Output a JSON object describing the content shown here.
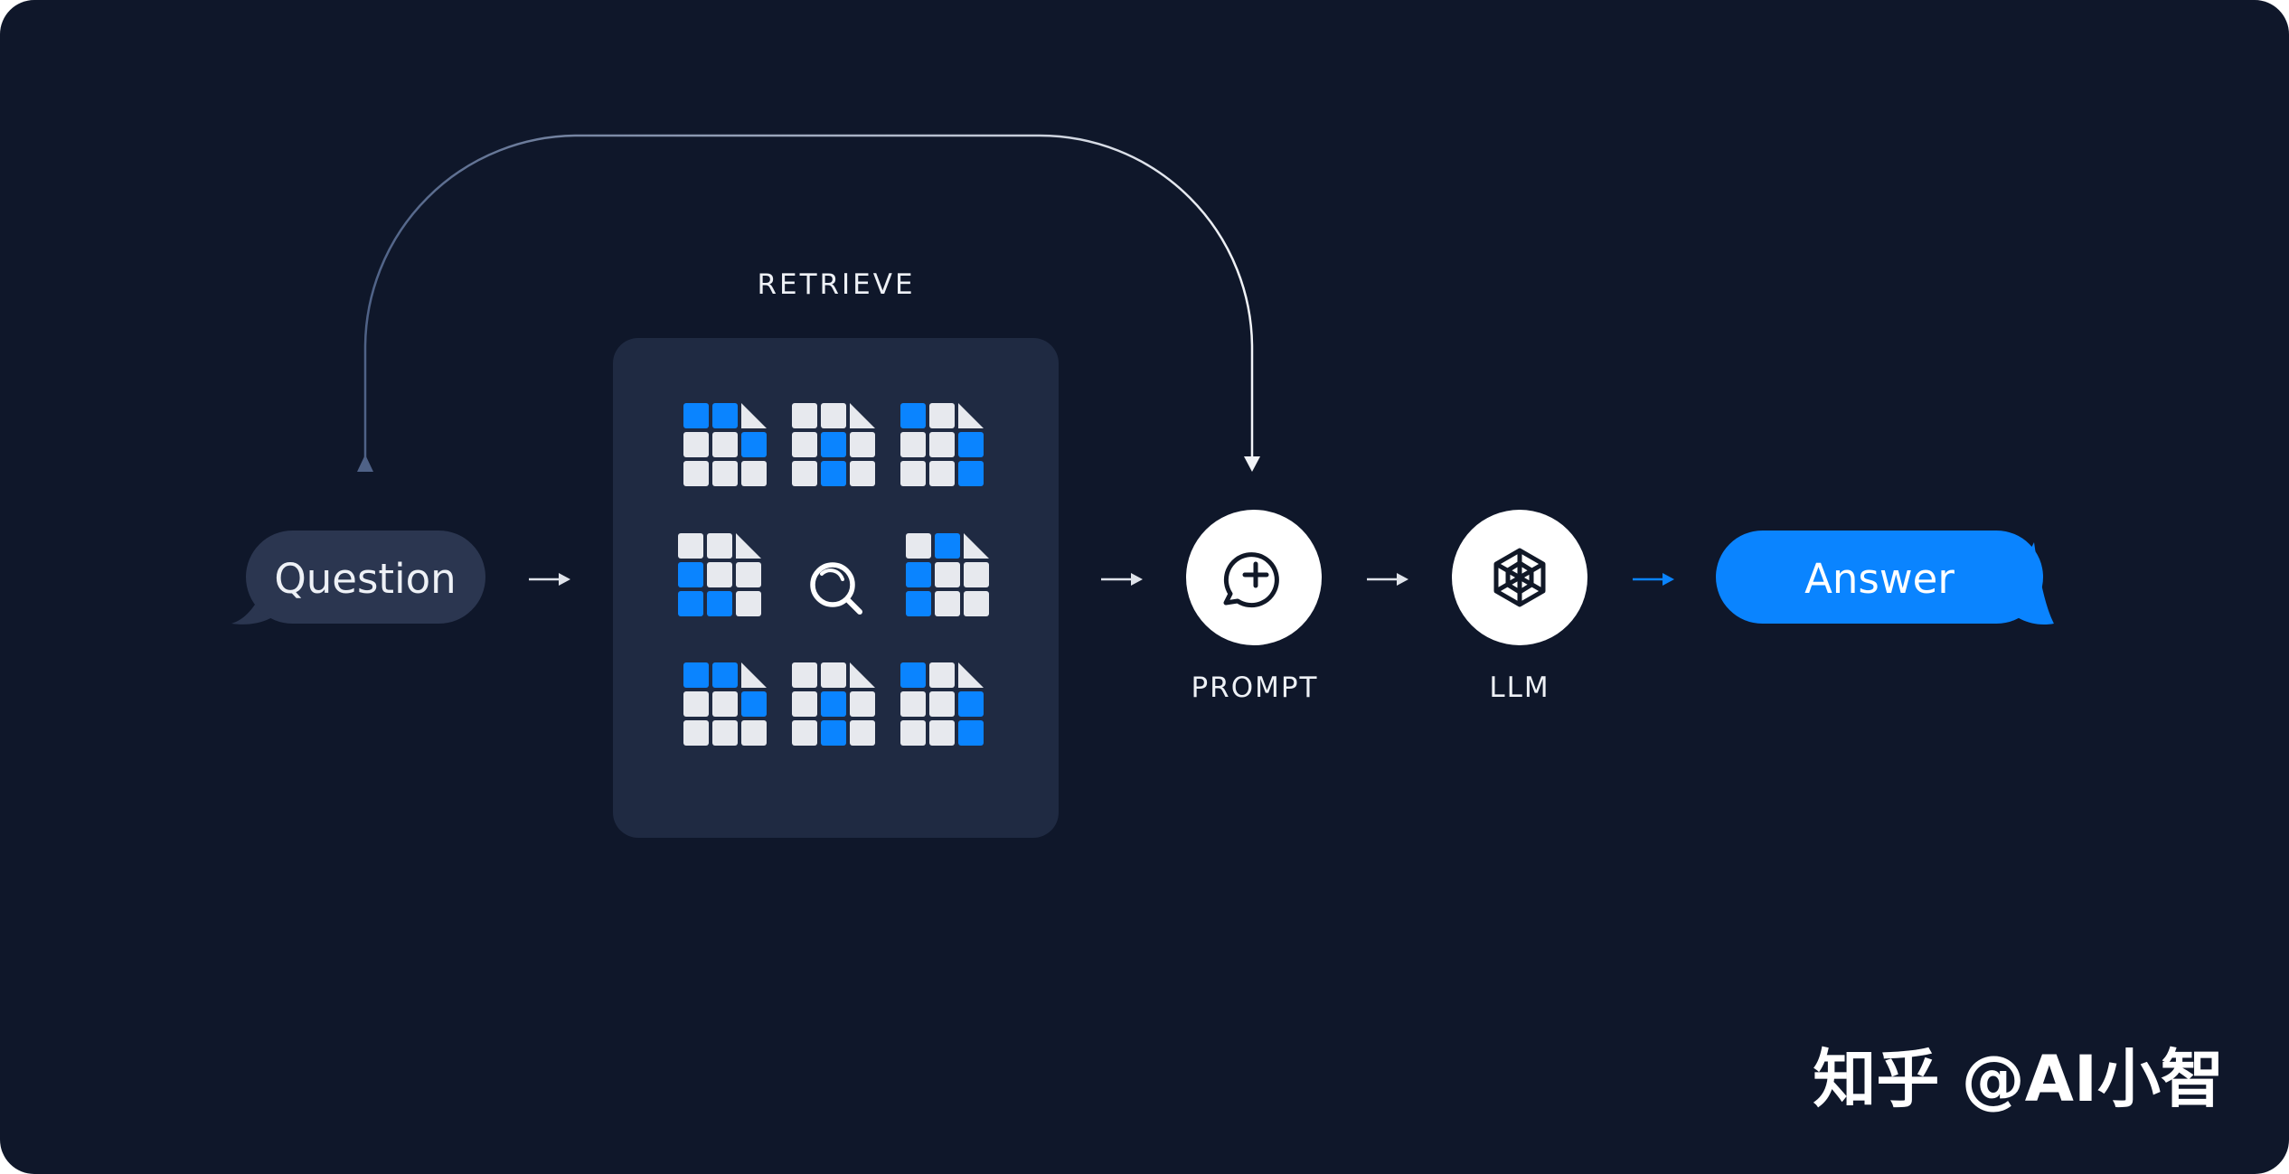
{
  "labels": {
    "retrieve": "RETRIEVE",
    "prompt": "PROMPT",
    "llm": "LLM"
  },
  "bubbles": {
    "question": "Question",
    "answer": "Answer"
  },
  "watermark": "知乎 @AI小智",
  "icons": {
    "prompt": "chat-plus-icon",
    "llm": "hexagon-cube-icon",
    "retrieve": "search-icon",
    "documents": "document-grid-icon"
  },
  "colors": {
    "background": "#0f172a",
    "panel": "#1f2a42",
    "blue": "#0a84ff",
    "tile_light": "#e7e9ee",
    "tile_white": "#ffffff",
    "question_bubble": "#2b3650",
    "text_light": "#eef1f6"
  },
  "documents": [
    {
      "pattern": [
        "B",
        "B",
        "F",
        "W",
        "W",
        "B",
        "W",
        "W",
        "W"
      ]
    },
    {
      "pattern": [
        "W",
        "W",
        "F",
        "W",
        "B",
        "W",
        "W",
        "B",
        "W"
      ]
    },
    {
      "pattern": [
        "B",
        "W",
        "F",
        "W",
        "W",
        "B",
        "W",
        "W",
        "B"
      ]
    },
    {
      "pattern": [
        "W",
        "W",
        "F",
        "B",
        "W",
        "W",
        "B",
        "B",
        "W"
      ]
    },
    {
      "pattern": [
        "W",
        "B",
        "F",
        "B",
        "W",
        "W",
        "B",
        "W",
        "W"
      ]
    },
    {
      "pattern": [
        "B",
        "B",
        "F",
        "W",
        "W",
        "B",
        "W",
        "W",
        "W"
      ]
    },
    {
      "pattern": [
        "W",
        "W",
        "F",
        "W",
        "B",
        "W",
        "W",
        "B",
        "W"
      ]
    },
    {
      "pattern": [
        "B",
        "W",
        "F",
        "W",
        "W",
        "B",
        "W",
        "W",
        "B"
      ]
    }
  ]
}
